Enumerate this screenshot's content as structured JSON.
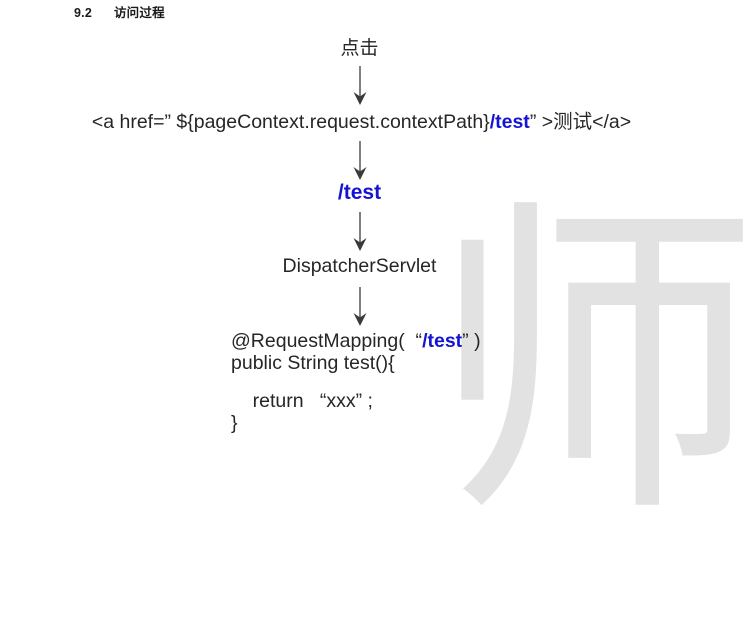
{
  "page": {
    "heading_number": "9.2",
    "heading_title": "访问过程",
    "watermark_char": "师",
    "watermark_color": "#e2e2e2",
    "accent_color": "#1414d2",
    "text_color": "#262626"
  },
  "flow": {
    "click_label": "点击",
    "anchor": {
      "prefix": "<a href=”  ${pageContext.request.contextPath}",
      "highlight": "/test",
      "suffix": "”  >测试</a>"
    },
    "path_node": "/test",
    "servlet_node": "DispatcherServlet",
    "code": {
      "annotation_prefix": "@RequestMapping(  “",
      "annotation_highlight": "/test",
      "annotation_suffix": "” )",
      "method_signature": "public String test(){",
      "return_line": "    return   “xxx” ;",
      "close_brace": "}"
    }
  },
  "arrows": {
    "arrow_1_name": "arrow-click-to-anchor",
    "arrow_2_name": "arrow-anchor-to-path",
    "arrow_3_name": "arrow-path-to-dispatcher",
    "arrow_4_name": "arrow-dispatcher-to-code"
  }
}
